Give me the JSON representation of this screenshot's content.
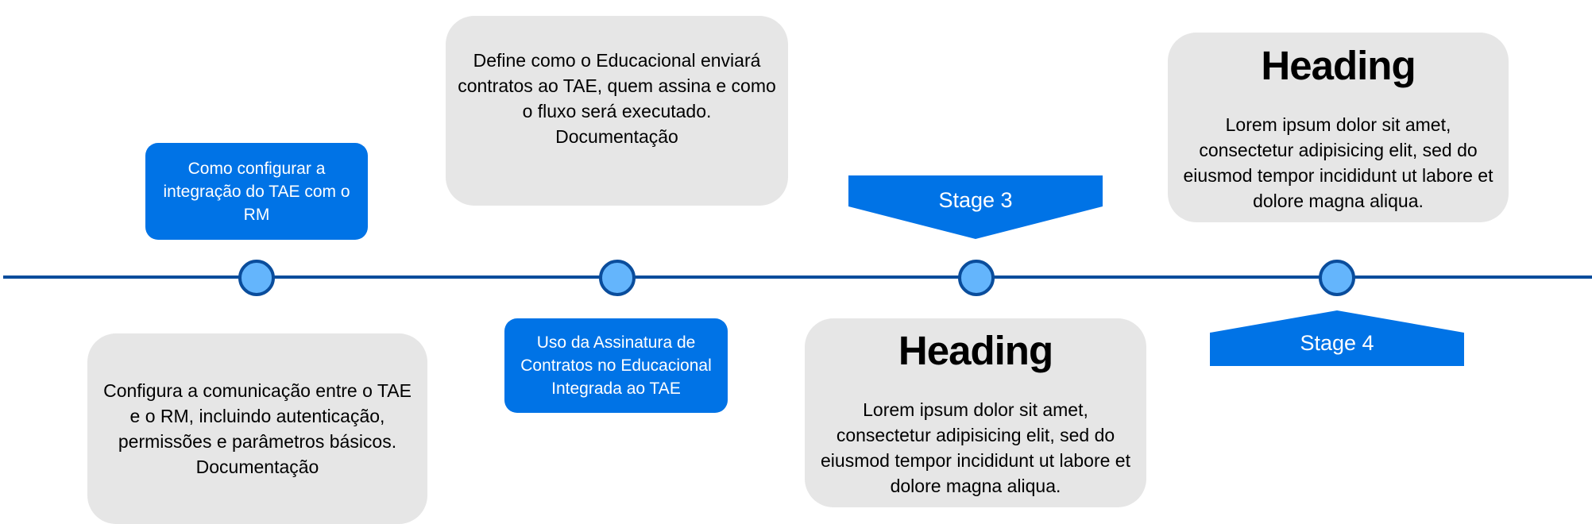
{
  "timeline": {
    "items": [
      {
        "top_label": "Como configurar a integração do TAE com o RM",
        "bottom_text": "Configura a comunicação entre o TAE e o RM, incluindo autenticação, permissões e parâmetros básicos.",
        "bottom_link": "Documentação"
      },
      {
        "top_text": "Define como o Educacional enviará contratos ao TAE, quem assina e como o fluxo será executado.",
        "top_link": "Documentação",
        "bottom_label": "Uso da Assinatura de Contratos no Educacional Integrada ao TAE"
      },
      {
        "stage": "Stage 3",
        "heading": "Heading",
        "text": "Lorem ipsum dolor sit amet, consectetur adipisicing elit, sed do eiusmod tempor incididunt ut labore et dolore magna aliqua."
      },
      {
        "stage": "Stage 4",
        "heading": "Heading",
        "text": "Lorem ipsum dolor sit amet, consectetur adipisicing elit, sed do eiusmod tempor incididunt ut labore et dolore magna aliqua."
      }
    ]
  },
  "colors": {
    "accent": "#0073e6",
    "line": "#0a4d9c",
    "dot": "#64b5fc",
    "card": "#e6e6e6"
  }
}
